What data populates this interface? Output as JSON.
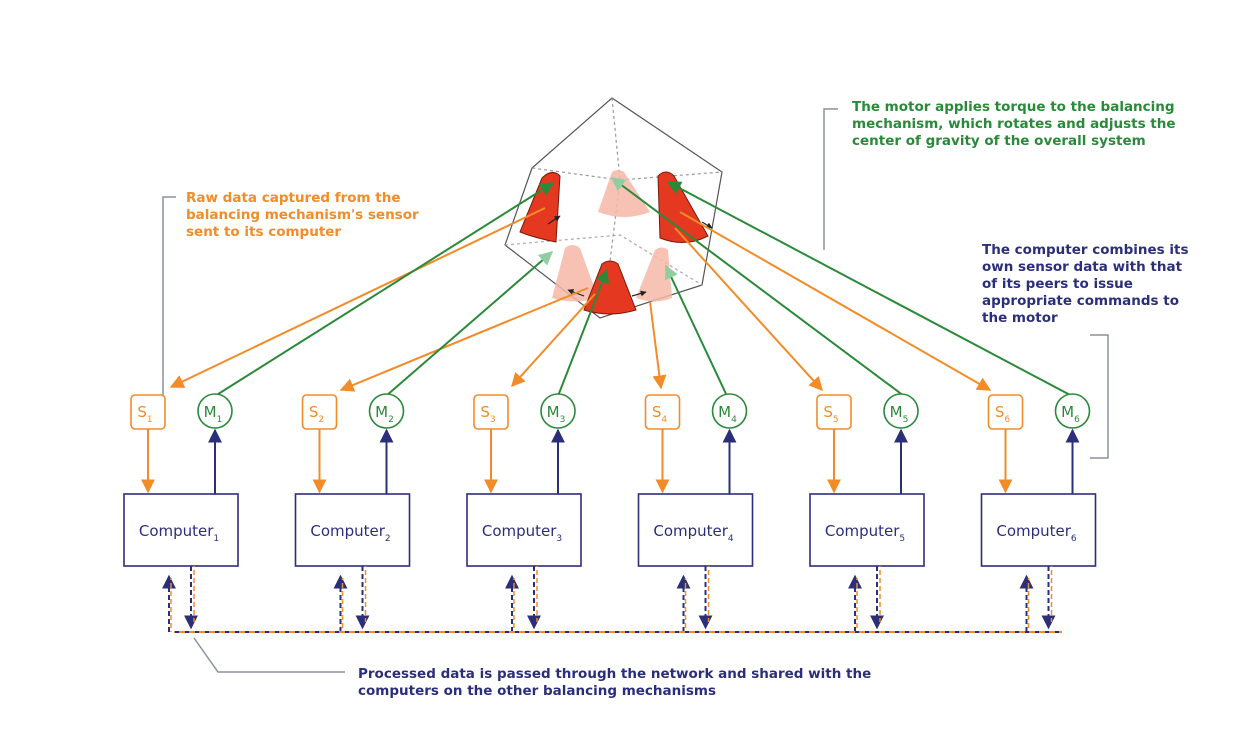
{
  "annotations": {
    "sensor_raw": "Raw data captured from the balancing mechanism's sensor sent to its computer",
    "motor": "The motor applies torque to the balancing mechanism, which rotates and adjusts the center of gravity of the overall system",
    "computer": "The computer combines its own sensor data with that of its peers to issue appropriate commands to the motor",
    "network": "Processed data is passed through the network and shared with the computers on the other balancing mechanisms"
  },
  "units": [
    {
      "sensor": "S",
      "motor": "M",
      "computer": "Computer",
      "index": "1"
    },
    {
      "sensor": "S",
      "motor": "M",
      "computer": "Computer",
      "index": "2"
    },
    {
      "sensor": "S",
      "motor": "M",
      "computer": "Computer",
      "index": "3"
    },
    {
      "sensor": "S",
      "motor": "M",
      "computer": "Computer",
      "index": "4"
    },
    {
      "sensor": "S",
      "motor": "M",
      "computer": "Computer",
      "index": "5"
    },
    {
      "sensor": "S",
      "motor": "M",
      "computer": "Computer",
      "index": "6"
    }
  ],
  "colors": {
    "sensor": "#f28c28",
    "motor": "#2a8a3a",
    "computer": "#2b2f7a",
    "cone": "#e53820",
    "cone_faded": "#f6b8a8",
    "cube": "#555555",
    "leader": "#8a8fa3"
  }
}
